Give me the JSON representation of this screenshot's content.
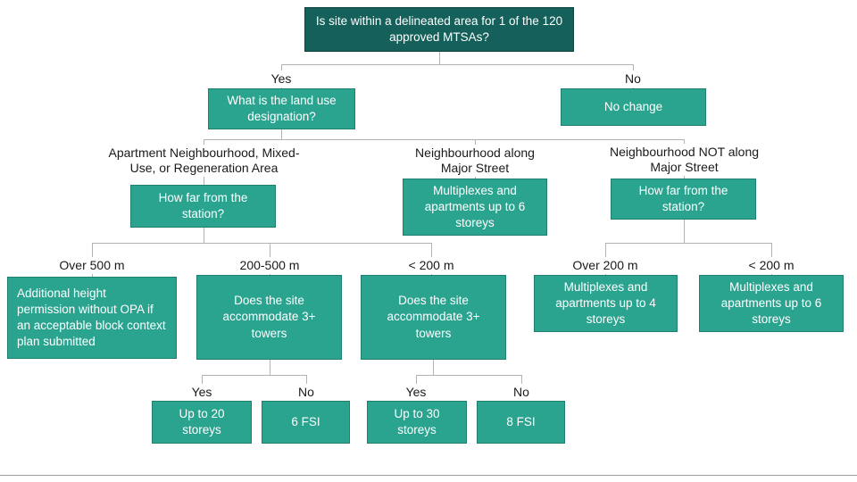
{
  "colors": {
    "dark_teal": "#15605a",
    "teal": "#2aa38f",
    "connector": "#b3b3b3",
    "box_text": "#ffffff",
    "label_text": "#1a1a1a"
  },
  "diagram": {
    "root": "Is site within a delineated area for 1 of the 120 approved MTSAs?",
    "l1": {
      "yes": "Yes",
      "no": "No"
    },
    "n1": {
      "land_use": "What is the land use designation?",
      "no_change": "No change"
    },
    "l2": {
      "apartment": "Apartment Neighbourhood, Mixed-Use, or Regeneration Area",
      "along": "Neighbourhood along Major Street",
      "not_along": "Neighbourhood NOT along Major Street"
    },
    "n2": {
      "how_far_left": "How far from the station?",
      "multiplex6_mid": "Multiplexes and apartments up to 6 storeys",
      "how_far_right": "How far from the station?"
    },
    "l3": {
      "over500": "Over 500 m",
      "mid": "200-500 m",
      "under200_left": "< 200 m",
      "over200": "Over 200 m",
      "under200_right": "< 200 m"
    },
    "n3": {
      "additional": "Additional height permission without OPA if an acceptable block context plan submitted",
      "towers_left": "Does the site accommodate 3+ towers",
      "towers_right": "Does the site accommodate 3+ towers",
      "multiplex4": "Multiplexes and apartments up to 4 storeys",
      "multiplex6_right": "Multiplexes and apartments up to 6 storeys"
    },
    "l4": {
      "yes_left": "Yes",
      "no_left": "No",
      "yes_right": "Yes",
      "no_right": "No"
    },
    "n4": {
      "up20": "Up to 20 storeys",
      "fsi6": "6 FSI",
      "up30": "Up to 30 storeys",
      "fsi8": "8 FSI"
    }
  }
}
